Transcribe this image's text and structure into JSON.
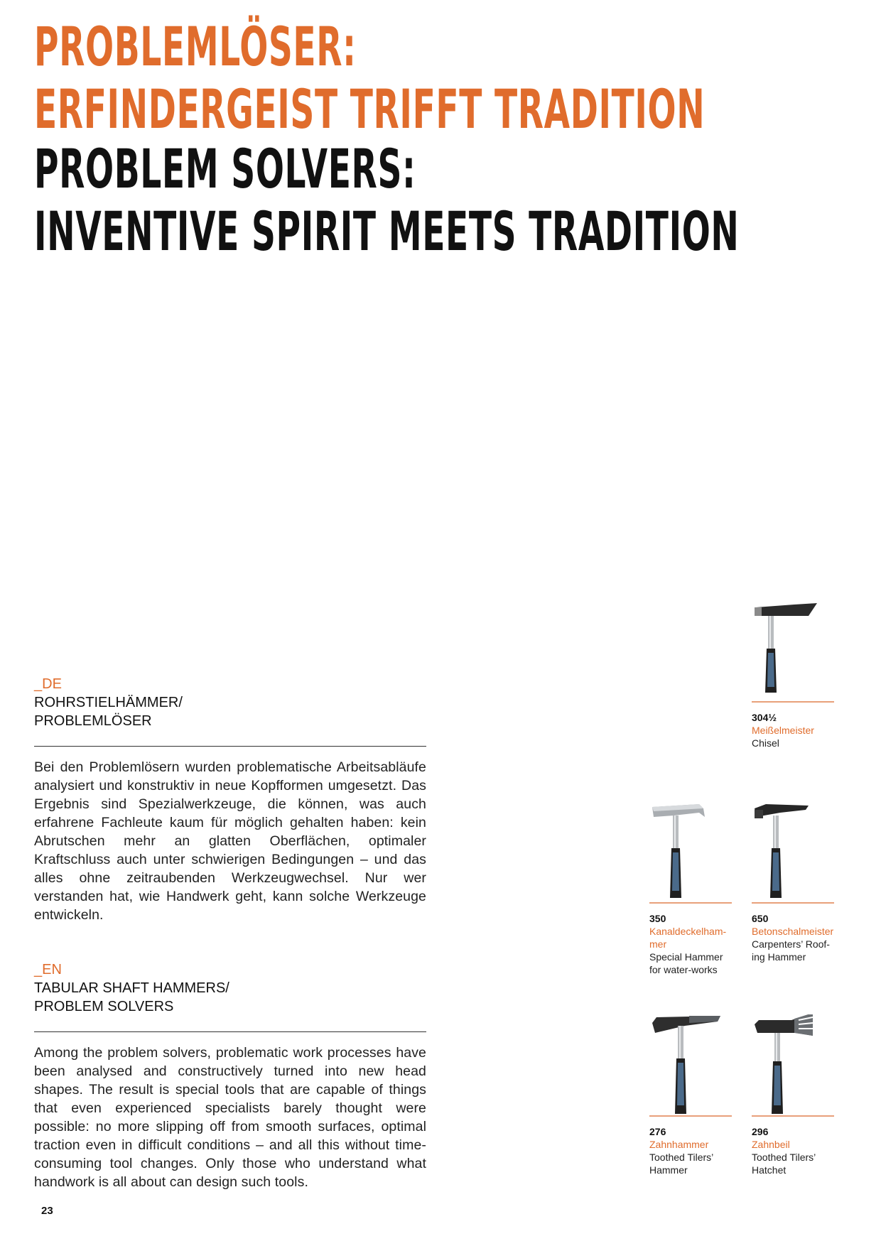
{
  "headline": {
    "line1": "PROBLEMLÖSER:",
    "line2": "ERFINDERGEIST TRIFFT TRADITION",
    "line3": "PROBLEM SOLVERS:",
    "line4": "INVENTIVE SPIRIT MEETS TRADITION"
  },
  "de": {
    "lang": "_DE",
    "title_line1": "ROHRSTIELHÄMMER/",
    "title_line2": "PROBLEMLÖSER",
    "body": "Bei den Problemlösern wurden problematische Arbeitsabläufe analysiert und konstruktiv in neue Kopfformen umgesetzt. Das Ergebnis sind Spezialwerkzeuge, die können, was auch erfahrene Fachleute kaum für möglich gehalten haben: kein Abrutschen mehr an glatten Oberflächen, optimaler Kraftschluss auch unter schwierigen Bedingungen – und das alles ohne zeitraubenden Werkzeugwechsel. Nur wer verstanden hat, wie Handwerk geht, kann solche Werkzeuge entwickeln."
  },
  "en": {
    "lang": "_EN",
    "title_line1": "TABULAR SHAFT HAMMERS/",
    "title_line2": "PROBLEM SOLVERS",
    "body": "Among the problem solvers, problematic work processes have been analysed and constructively turned into new head shapes. The result is special tools that are capable of things that even experienced specialists barely thought were possible: no more slipping off from smooth surfaces, optimal traction even in difficult conditions – and all this without time-consuming tool changes. Only those who understand what handwork is all about can design such tools."
  },
  "products": [
    {
      "number": "304½",
      "name_lines": [
        "Meißelmeister"
      ],
      "desc_lines": [
        "Chisel"
      ],
      "icon": "chisel-hammer-icon"
    },
    {
      "number": "350",
      "name_lines": [
        "Kanaldeckelham-",
        "mer"
      ],
      "desc_lines": [
        "Special Hammer",
        "for water-works"
      ],
      "icon": "sewer-cover-hammer-icon"
    },
    {
      "number": "650",
      "name_lines": [
        "Betonschalmeister"
      ],
      "desc_lines": [
        "Carpenters’ Roof-",
        "ing Hammer"
      ],
      "icon": "concrete-formwork-hammer-icon"
    },
    {
      "number": "276",
      "name_lines": [
        "Zahnhammer"
      ],
      "desc_lines": [
        "Toothed Tilers’",
        "Hammer"
      ],
      "icon": "toothed-hammer-icon"
    },
    {
      "number": "296",
      "name_lines": [
        "Zahnbeil"
      ],
      "desc_lines": [
        "Toothed Tilers’",
        "Hatchet"
      ],
      "icon": "toothed-hatchet-icon"
    }
  ],
  "page_number": "23",
  "colors": {
    "accent": "#e06c2c",
    "rule": "#e8a07a",
    "grip_blue": "#4a6a8a"
  }
}
